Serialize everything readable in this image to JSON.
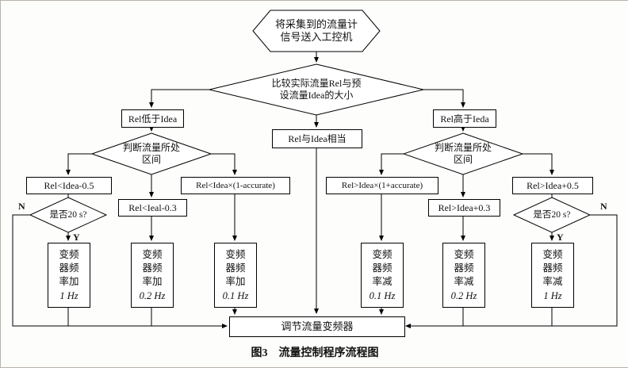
{
  "figure": {
    "label": "图3",
    "title": "流量控制程序流程图"
  },
  "flowchart": {
    "start": "将采集到的流量计\n信号送入工控机",
    "compare": "比较实际流量Rel与预\n设流量Idea的大小",
    "branch_low": "Rel低于Idea",
    "branch_equal": "Rel与Idea相当",
    "branch_high": "Rel高于Ieda",
    "judge_low": "判断流量所处\n区间",
    "judge_high": "判断流量所处\n区间",
    "cond_low_outer": "Rel<Idea-0.5",
    "cond_low_mid": "Rel<Ieal-0.3",
    "cond_low_inner": "Rel<Idea×(1-accurate)",
    "cond_high_inner": "Rel>Idea×(1+accurate)",
    "cond_high_mid": "Rel>Idea+0.3",
    "cond_high_outer": "Rel>Idea+0.5",
    "timer_low": "是否20 s?",
    "timer_high": "是否20 s?",
    "no_label": "N",
    "yes_label": "Y",
    "actions": [
      {
        "label": "变频\n器频\n率加",
        "value": "1 Hz"
      },
      {
        "label": "变频\n器频\n率加",
        "value": "0.2 Hz"
      },
      {
        "label": "变频\n器频\n率加",
        "value": "0.1 Hz"
      },
      {
        "label": "变频\n器频\n率减",
        "value": "0.1 Hz"
      },
      {
        "label": "变频\n器频\n率减",
        "value": "0.2 Hz"
      },
      {
        "label": "变频\n器频\n率减",
        "value": "1 Hz"
      }
    ],
    "adjust": "调节流量变频器"
  }
}
